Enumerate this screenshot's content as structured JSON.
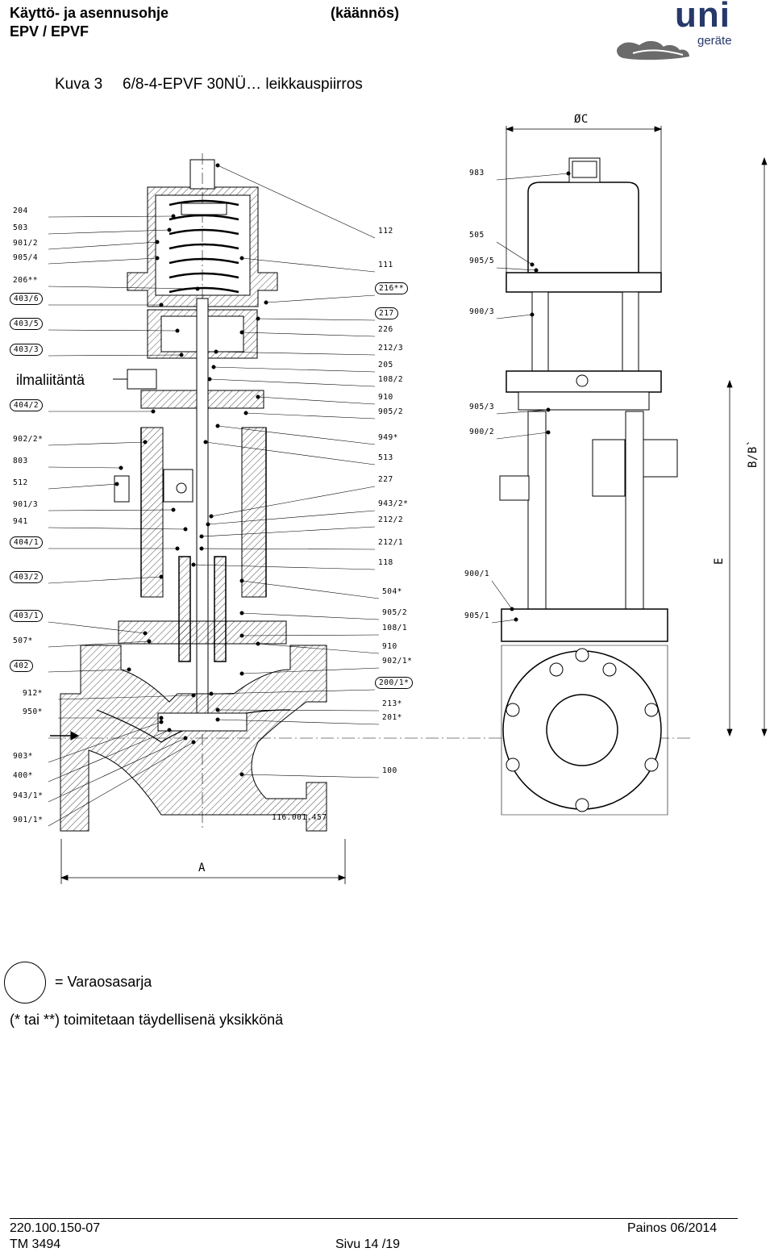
{
  "header": {
    "title_line1": "Käyttö- ja asennusohje",
    "title_line2": "EPV / EPVF",
    "translation": "(käännös)",
    "logo_text": "uni",
    "logo_sub": "geräte"
  },
  "figure": {
    "caption_number": "Kuva 3",
    "caption_title": "6/8-4-EPVF 30NÜ… leikkauspiirros",
    "drawing_number": "116.001.457",
    "dim_labels": {
      "diameter": "ØC",
      "height": "B/B`",
      "e": "E",
      "width": "A"
    },
    "air_connection": "ilmaliitäntä",
    "left_labels": [
      {
        "text": "204",
        "circled": false
      },
      {
        "text": "503",
        "circled": false
      },
      {
        "text": "901/2",
        "circled": false
      },
      {
        "text": "905/4",
        "circled": false
      },
      {
        "text": "206**",
        "circled": false
      },
      {
        "text": "403/6",
        "circled": true
      },
      {
        "text": "403/5",
        "circled": true
      },
      {
        "text": "403/3",
        "circled": true
      },
      {
        "text": "404/2",
        "circled": true
      },
      {
        "text": "902/2*",
        "circled": false
      },
      {
        "text": "803",
        "circled": false
      },
      {
        "text": "512",
        "circled": false
      },
      {
        "text": "901/3",
        "circled": false
      },
      {
        "text": "941",
        "circled": false
      },
      {
        "text": "404/1",
        "circled": true
      },
      {
        "text": "403/2",
        "circled": true
      },
      {
        "text": "403/1",
        "circled": true
      },
      {
        "text": "507*",
        "circled": false
      },
      {
        "text": "402",
        "circled": true
      },
      {
        "text": "912*",
        "circled": false
      },
      {
        "text": "950*",
        "circled": false
      },
      {
        "text": "903*",
        "circled": false
      },
      {
        "text": "400*",
        "circled": false
      },
      {
        "text": "943/1*",
        "circled": false
      },
      {
        "text": "901/1*",
        "circled": false
      }
    ],
    "mid_labels": [
      {
        "text": "112",
        "circled": false
      },
      {
        "text": "111",
        "circled": false
      },
      {
        "text": "216**",
        "circled": true
      },
      {
        "text": "217",
        "circled": true
      },
      {
        "text": "226",
        "circled": false
      },
      {
        "text": "212/3",
        "circled": false
      },
      {
        "text": "205",
        "circled": false
      },
      {
        "text": "108/2",
        "circled": false
      },
      {
        "text": "910",
        "circled": false
      },
      {
        "text": "905/2",
        "circled": false
      },
      {
        "text": "949*",
        "circled": false
      },
      {
        "text": "513",
        "circled": false
      },
      {
        "text": "227",
        "circled": false
      },
      {
        "text": "943/2*",
        "circled": false
      },
      {
        "text": "212/2",
        "circled": false
      },
      {
        "text": "212/1",
        "circled": false
      },
      {
        "text": "118",
        "circled": false
      },
      {
        "text": "504*",
        "circled": false
      },
      {
        "text": "905/2",
        "circled": false
      },
      {
        "text": "108/1",
        "circled": false
      },
      {
        "text": "910",
        "circled": false
      },
      {
        "text": "902/1*",
        "circled": false
      },
      {
        "text": "200/1*",
        "circled": true
      },
      {
        "text": "213*",
        "circled": false
      },
      {
        "text": "201*",
        "circled": false
      },
      {
        "text": "100",
        "circled": false
      }
    ],
    "right_labels": [
      {
        "text": "983",
        "circled": false
      },
      {
        "text": "505",
        "circled": false
      },
      {
        "text": "905/5",
        "circled": false
      },
      {
        "text": "900/3",
        "circled": false
      },
      {
        "text": "905/3",
        "circled": false
      },
      {
        "text": "900/2",
        "circled": false
      },
      {
        "text": "900/1",
        "circled": false
      },
      {
        "text": "905/1",
        "circled": false
      }
    ]
  },
  "legend": {
    "symbol_meaning": "= Varaosasarja",
    "note": "(* tai **) toimitetaan täydellisenä yksikkönä"
  },
  "footer": {
    "doc_number": "220.100.150-07",
    "tm_number": "TM 3494",
    "page": "Sivu 14 /19",
    "edition": "Painos 06/2014"
  }
}
